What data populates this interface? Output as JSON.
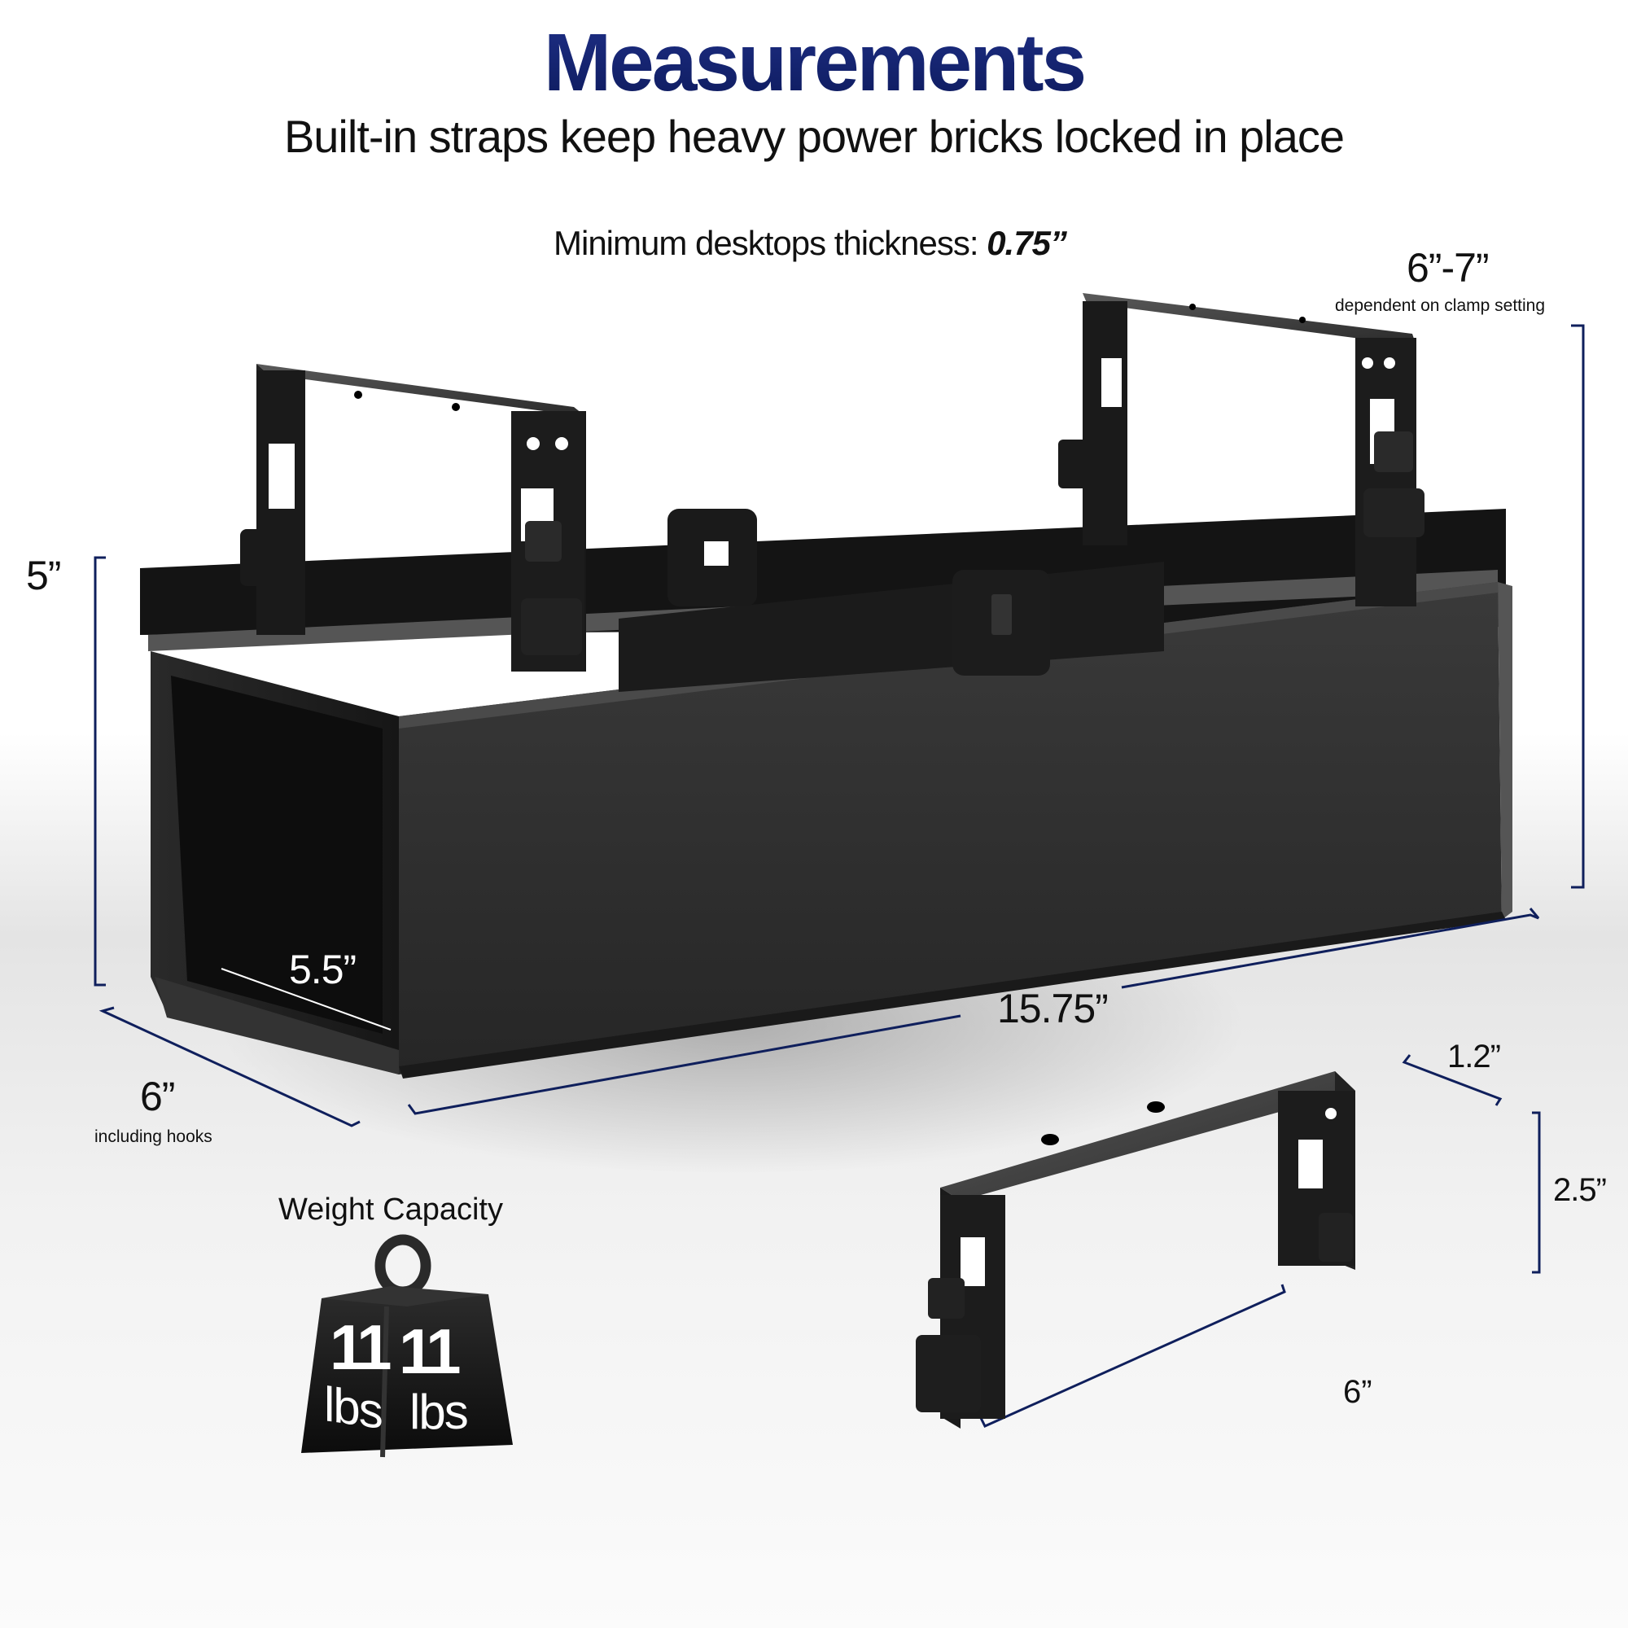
{
  "header": {
    "title": "Measurements",
    "subtitle": "Built-in straps keep heavy power bricks locked in place"
  },
  "notes": {
    "min_thickness_label": "Minimum desktops thickness: ",
    "min_thickness_value": "0.75”"
  },
  "dimensions": {
    "clamp_range": {
      "value": "6”-7”",
      "caption": "dependent on clamp setting"
    },
    "height": {
      "value": "5”"
    },
    "inner_depth": {
      "value": "5.5”"
    },
    "length": {
      "value": "15.75”"
    },
    "depth": {
      "value": "6”",
      "caption": "including hooks"
    }
  },
  "weight": {
    "title": "Weight Capacity",
    "value": "11",
    "unit": "lbs"
  },
  "bracket": {
    "thickness": "1.2”",
    "height": "2.5”",
    "length": "6”"
  },
  "colors": {
    "title_navy": "#13237a",
    "dimension_line": "#0f1f5c",
    "product_black": "#1c1c1c",
    "fabric_gray": "#2e2e2e"
  }
}
